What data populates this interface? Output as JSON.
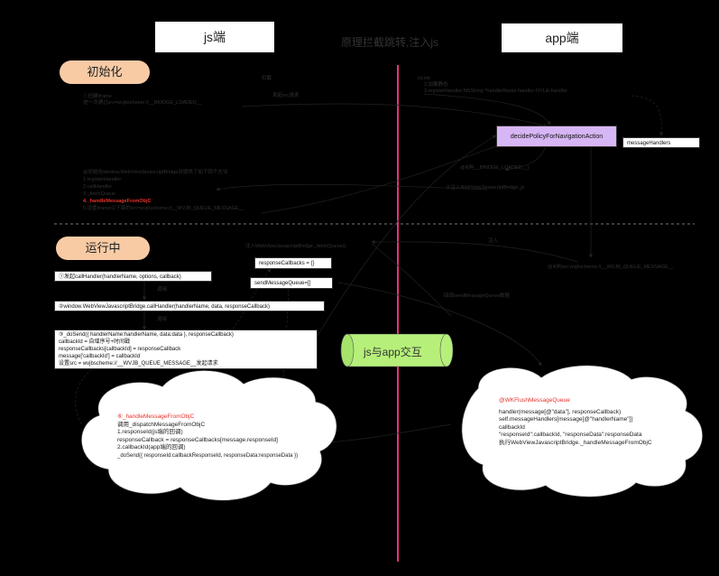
{
  "title": "原理拦截跳转,注入js",
  "headers": {
    "js": "js端",
    "app": "app端"
  },
  "phases": {
    "init": "初始化",
    "running": "运行中"
  },
  "bridge": "js与app交互",
  "decide_box": "decidePolicyForNavigationAction",
  "message_handlers_box": "messageHandlers",
  "init_left": {
    "line1": "①创建iframe",
    "line2": "进一次通过src=wvjbscheme://__BRIDGE_LOADED__"
  },
  "init_mid_label": "拦截",
  "init_src_label": "发起src请求",
  "init_right": {
    "line1": "①Link",
    "line2": "2.加载静态",
    "line3": "3.registerHandler:NSString *handlerName handler:OYLib.handler"
  },
  "bridge_loaded": "@if(判__BRIDGE_LOADED__)",
  "inject_js": "④注入WebViewJavascriptBridge_js",
  "init_steps": {
    "s0": "@初始化window.WebViewJavascriptBridge并提供了如下四个方法",
    "s1": "1.registerHandler",
    "s2": "2.callHandler",
    "s3": "3._fetchQueue",
    "s4": "4._handleMessageFromObjC",
    "s5": "5.设置iframe以下面的src=wvjbscheme://__WVJB_QUEUE_MESSAGE__"
  },
  "run_inject": "注入WebViewJavascriptBridge._fetchQueue()",
  "run_inject2": "注入",
  "response_callbacks": "responseCallbacks = {}",
  "send_queue": "sendMessageQueue=[]",
  "call_handler": "①发起callHandler(handlerName, options, callback)",
  "window_call": "②window.WebViewJavascriptBridge.callHandler(handlerName, data, responseCallback)",
  "do_send": {
    "l1": "③_doSend({ handlerName:handlerName, data:data }, responseCallback)",
    "l2": "callbackId = 自增序号+时间戳",
    "l3": "responseCallbacks[callbackId] = responseCallback",
    "l4": "message['callbackId'] = callbackId",
    "l5": "设置src = wvjbscheme://__WVJB_QUEUE_MESSAGE__发起请求"
  },
  "arrow_label_a": "调用",
  "arrow_label_b": "调用",
  "return_queue": "回调sendMessageQueue数据",
  "queue_check": "@if(判src:wvjbscheme://__WVJB_QUEUE_MESSAGE__",
  "cloud_left": {
    "l0": "⑥_handleMessageFromObjC",
    "l1": "调用_dispatchMessageFromObjC",
    "l2": "1.responseId(js端的回调)",
    "l3": "responseCallback = responseCallbacks[message.responseId]",
    "l4": "2.callbackId(app端的回调)",
    "l5": "_doSend({ responseId:callbackResponseId, responseData:responseData })"
  },
  "cloud_right": {
    "l0": "@WKFlushMessageQueue",
    "l1": "handler(message[@\"data\"], responseCallback)",
    "l2": "self.messageHandlers[message[@\"handlerName\"]]",
    "l3": "callbackId",
    "l4": "\"responseId\":callbackId, \"responseData\":responseData",
    "l5": "执行WebViewJavascriptBridge._handleMessageFromObjC"
  },
  "colors": {
    "divider": "#e8327a",
    "pill": "#f9cba5",
    "bridge": "#b6f07a",
    "decide": "#d7b6f5"
  }
}
